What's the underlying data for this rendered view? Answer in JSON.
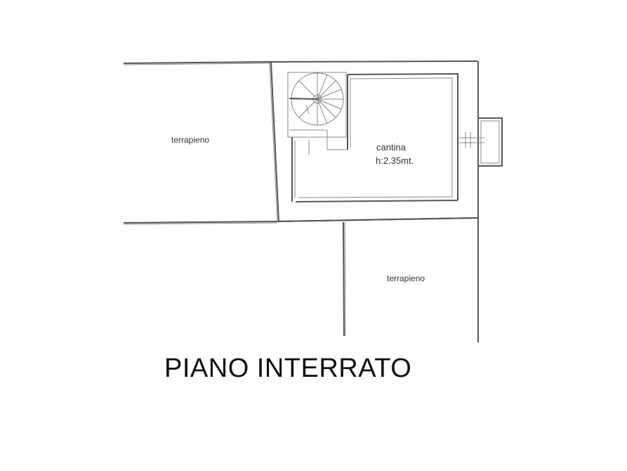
{
  "title": "PIANO INTERRATO",
  "rooms": {
    "terrapieno_top_left": "terrapieno",
    "terrapieno_bottom_right": "terrapieno",
    "cantina_name": "cantina",
    "cantina_height": "h:2.35mt."
  },
  "colors": {
    "line": "#555555",
    "text": "#111111"
  }
}
